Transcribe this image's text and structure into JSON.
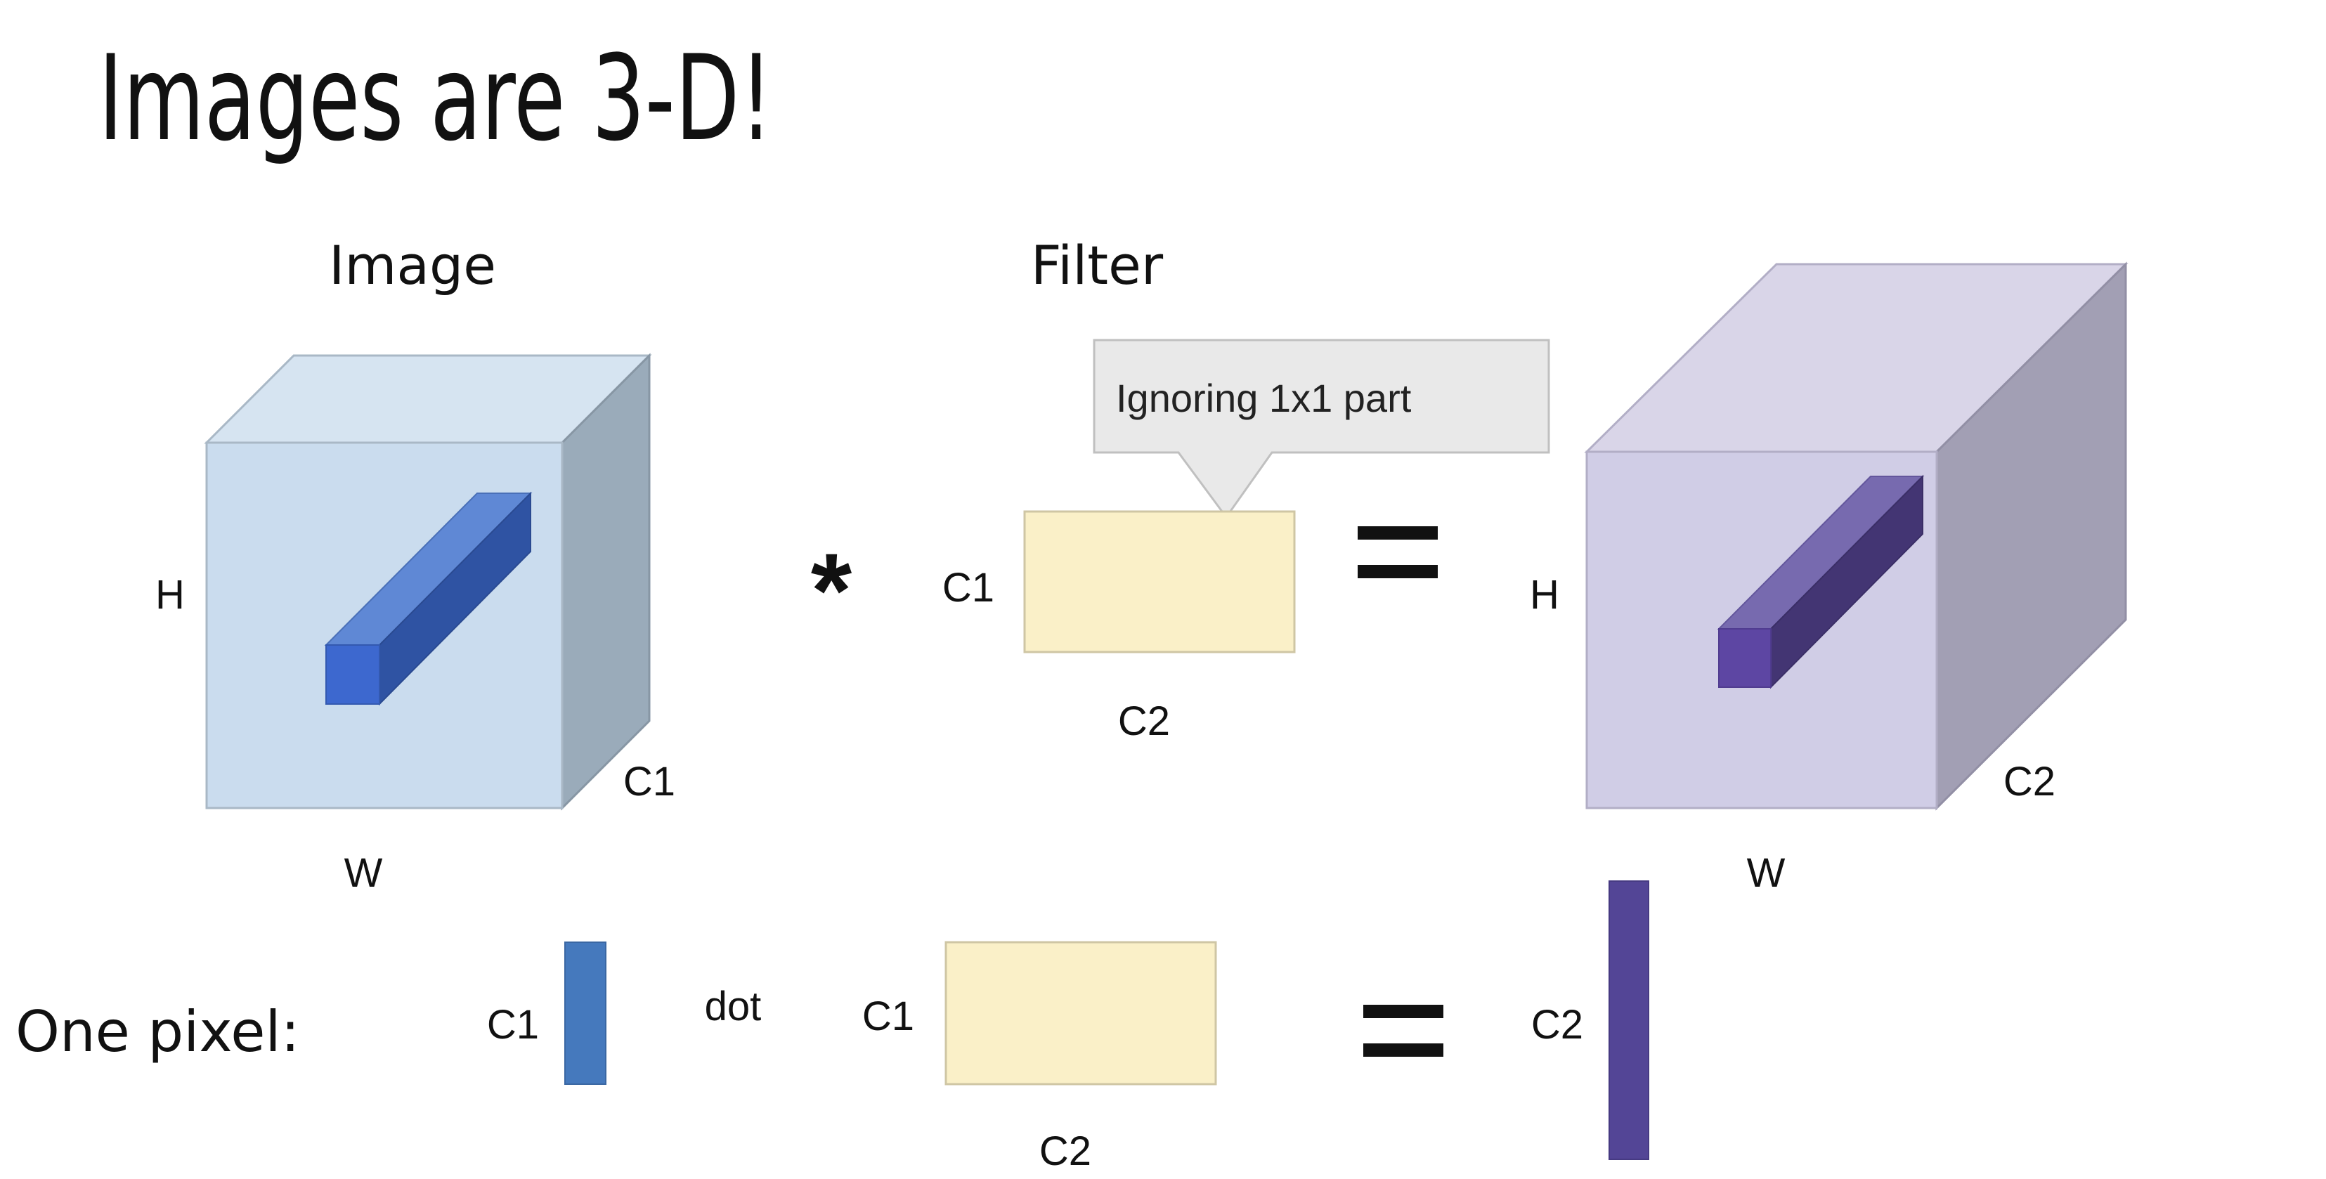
{
  "slide": {
    "title": "Images are 3-D!"
  },
  "image_block": {
    "heading": "Image",
    "height_label": "H",
    "width_label": "W",
    "depth_label": "C1"
  },
  "operator_convolve": "*",
  "filter_block": {
    "heading": "Filter",
    "callout_text": "Ignoring 1x1 part",
    "rows_label": "C1",
    "cols_label": "C2"
  },
  "operator_equals": "=",
  "output_block": {
    "height_label": "H",
    "width_label": "W",
    "depth_label": "C2"
  },
  "one_pixel_row": {
    "label": "One pixel:",
    "vector_label": "C1",
    "dot_label": "dot",
    "matrix_rows_label": "C1",
    "matrix_cols_label": "C2",
    "equals": "=",
    "result_label": "C2"
  },
  "colors": {
    "image_front": "#cadcee",
    "image_top": "#d6e4f1",
    "image_side": "#9aabba",
    "image_bar_front": "#3d68cf",
    "image_bar_top": "#5f88d5",
    "image_bar_side": "#2f53a3",
    "filter_fill": "#faf0c8",
    "callout_fill": "#e9e9e9",
    "output_front": "#d0cde6",
    "output_top": "#d9d5e8",
    "output_side": "#a29fb4",
    "output_bar_front": "#5d46a3",
    "output_bar_top": "#776aaf",
    "output_bar_side": "#433573",
    "pixel_vector": "#4579bd",
    "pixel_result": "#534596"
  }
}
